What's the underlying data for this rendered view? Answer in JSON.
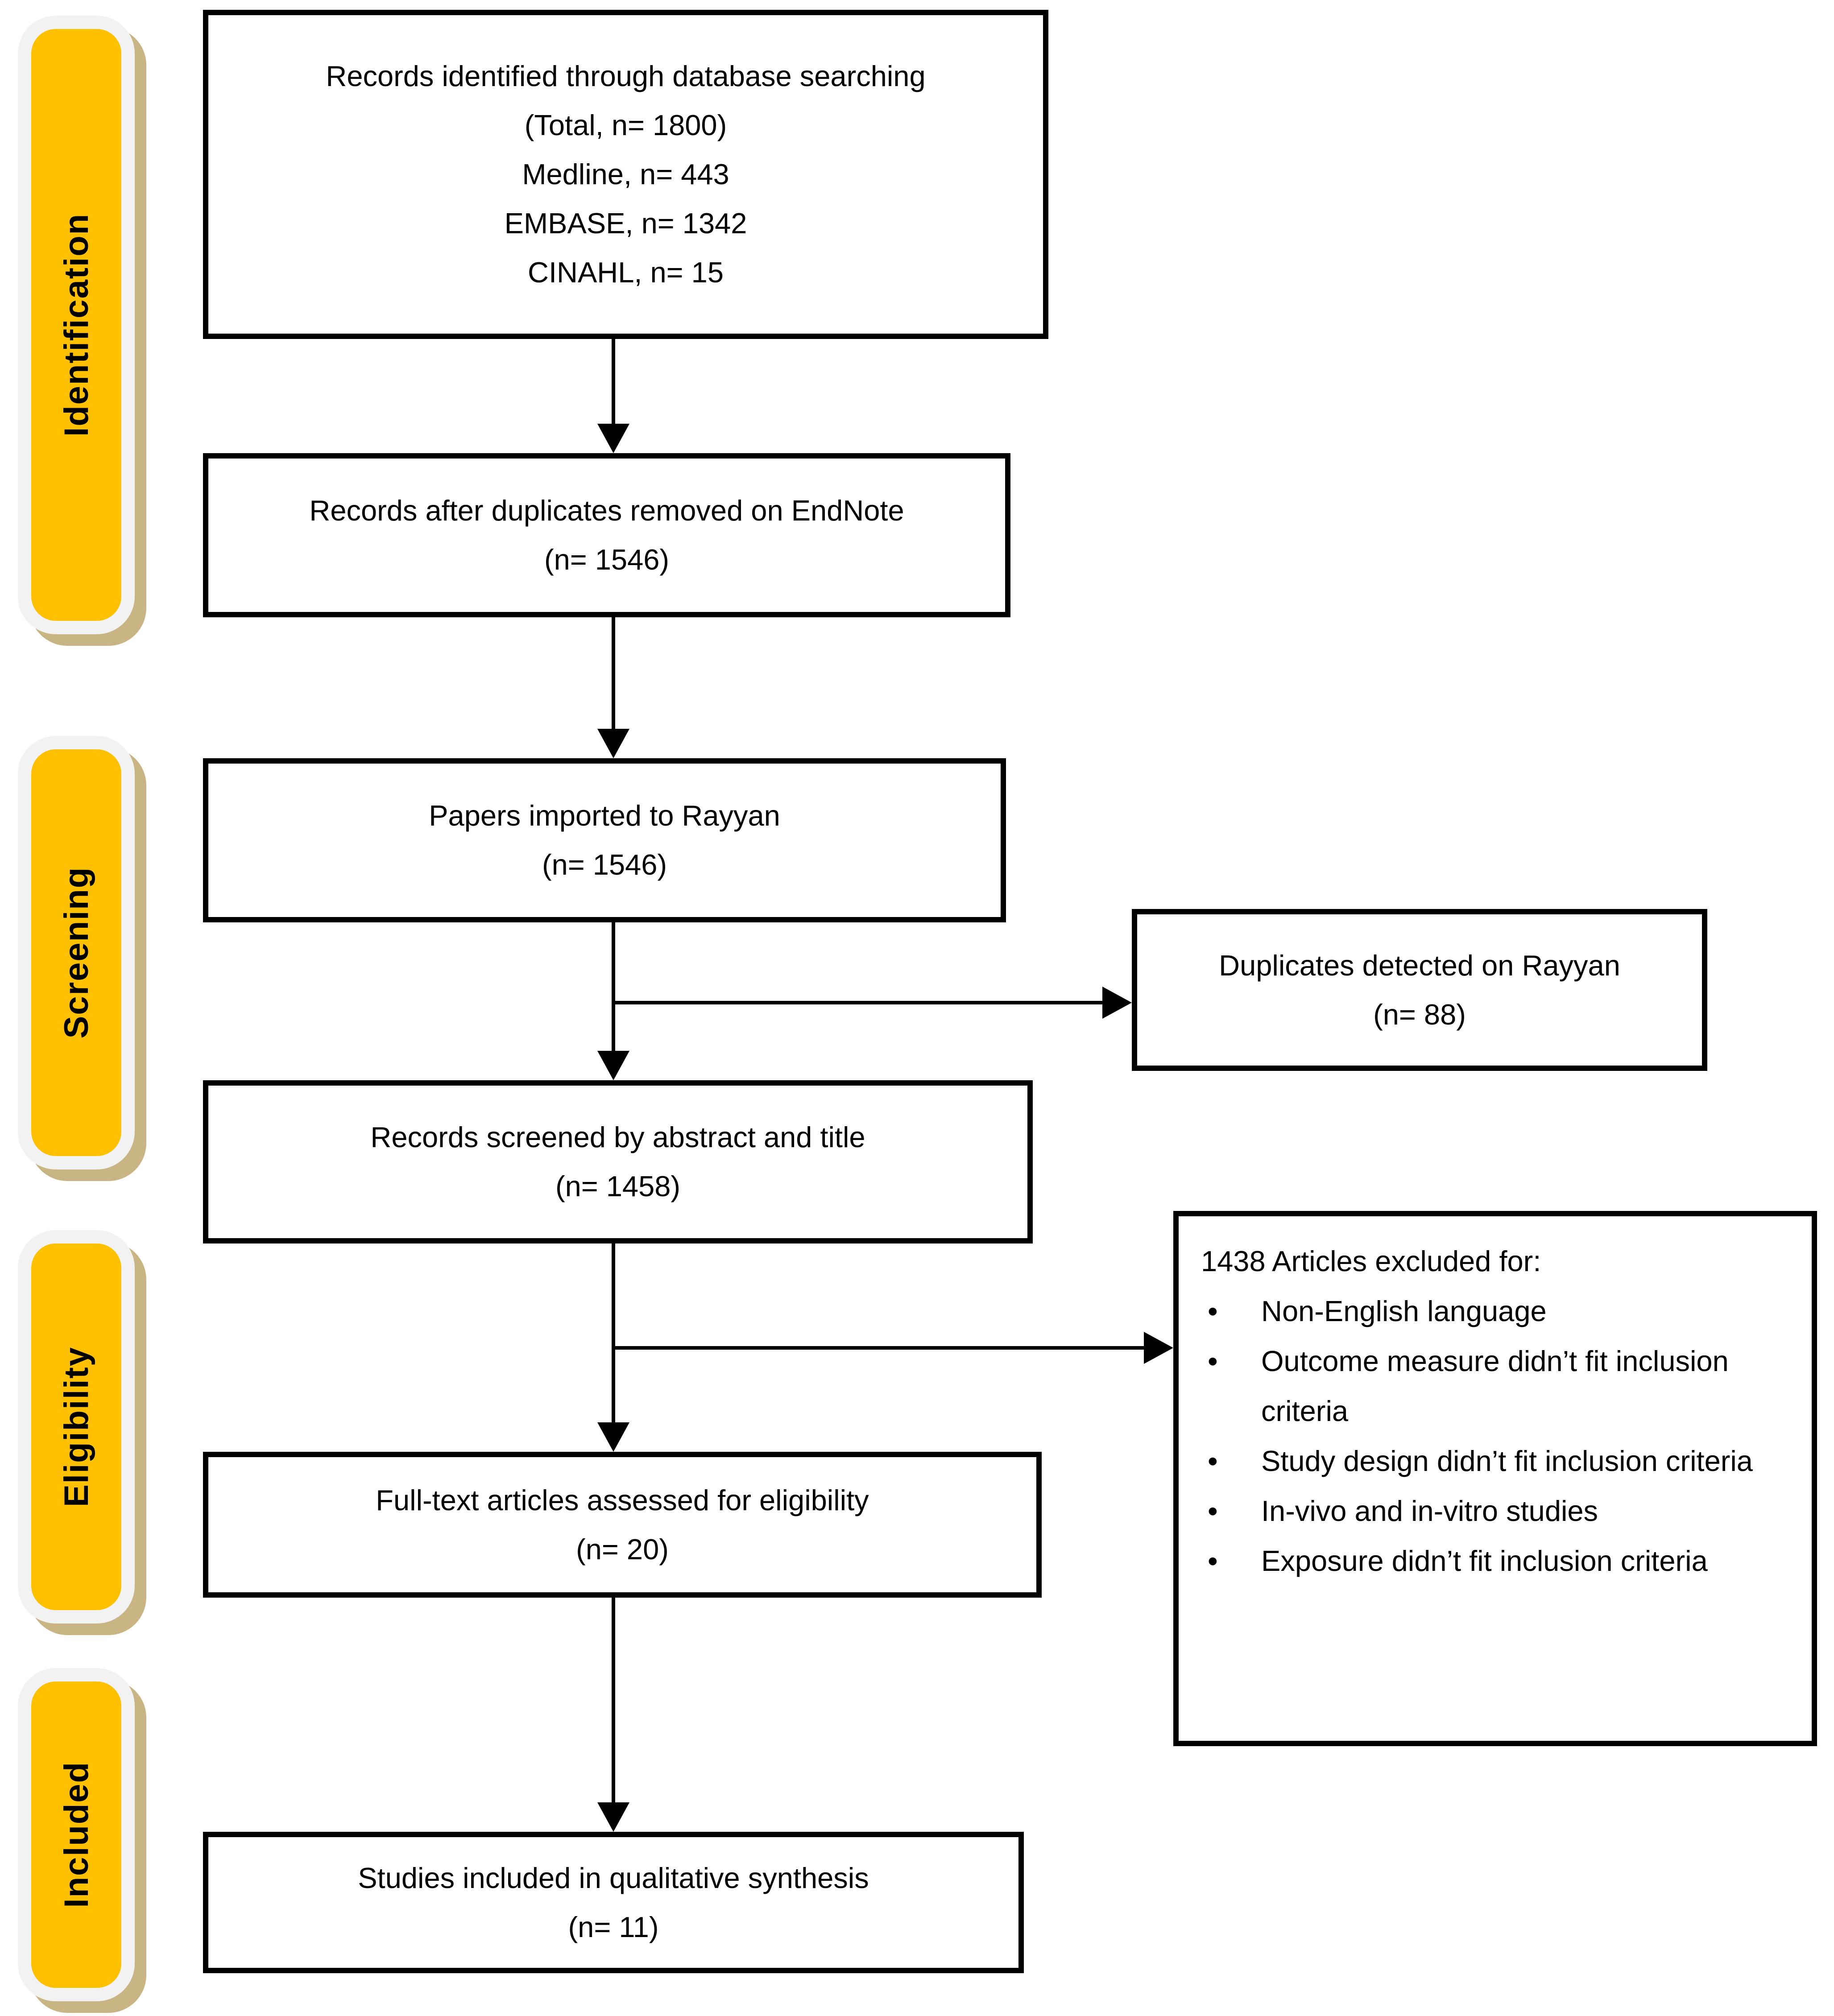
{
  "colors": {
    "accent": "#FFC000",
    "label_plate": "#F2F2F2",
    "label_shadow": "#C9B584",
    "ink": "#000000"
  },
  "stage_labels": [
    {
      "id": "identification",
      "label": "Identification"
    },
    {
      "id": "screening",
      "label": "Screening"
    },
    {
      "id": "eligibility",
      "label": "Eligibility"
    },
    {
      "id": "included",
      "label": "Included"
    }
  ],
  "boxes": {
    "records_identified": {
      "lines": [
        "Records identified through database searching",
        "(Total, n= 1800)",
        "Medline, n= 443",
        "EMBASE, n= 1342",
        "CINAHL, n= 15"
      ]
    },
    "after_duplicates": {
      "lines": [
        "Records after duplicates removed on EndNote",
        "(n= 1546)"
      ]
    },
    "imported_rayyan": {
      "lines": [
        "Papers imported to Rayyan",
        "(n= 1546)"
      ]
    },
    "duplicates_rayyan": {
      "lines": [
        "Duplicates detected on Rayyan",
        "(n= 88)"
      ]
    },
    "records_screened": {
      "lines": [
        "Records screened by abstract and title",
        "(n= 1458)"
      ]
    },
    "articles_excluded": {
      "header": "1438 Articles excluded for:",
      "bullet_glyph": "•",
      "bullets": [
        "Non-English language",
        "Outcome measure didn’t fit inclusion criteria",
        "Study design didn’t fit inclusion criteria",
        "In-vivo and in-vitro studies",
        "Exposure didn’t fit inclusion criteria"
      ]
    },
    "fulltext_assessed": {
      "lines": [
        "Full-text articles assessed for eligibility",
        "(n= 20)"
      ]
    },
    "included_synthesis": {
      "lines": [
        "Studies included in qualitative synthesis",
        "(n= 11)"
      ]
    }
  }
}
